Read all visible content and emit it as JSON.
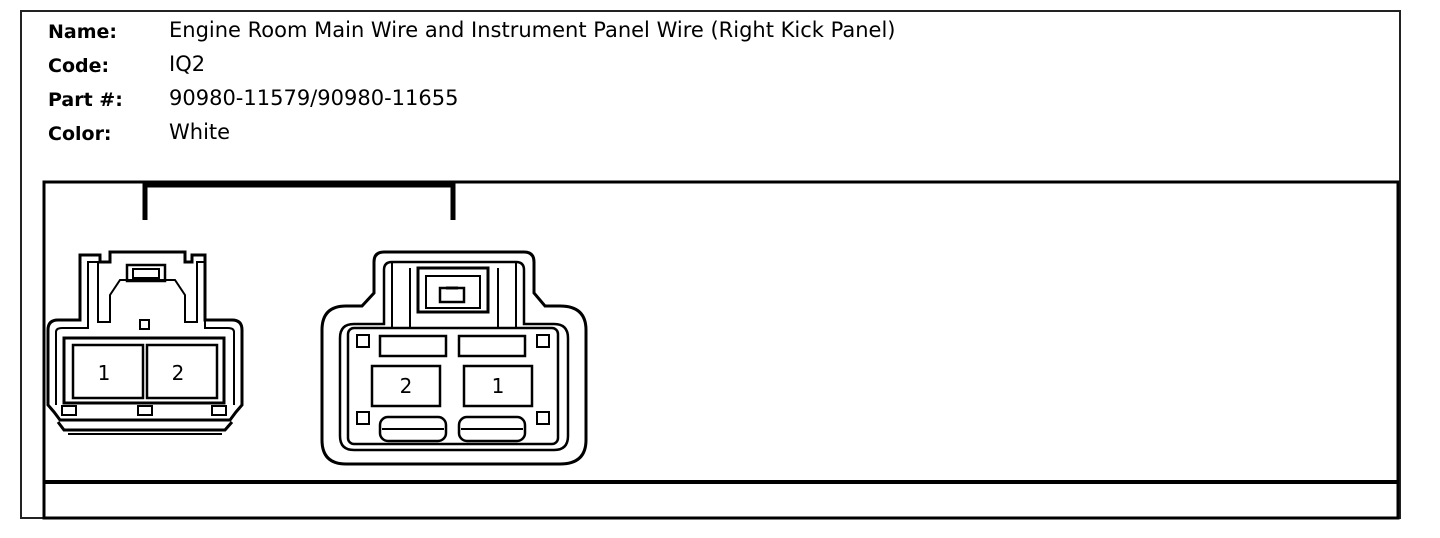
{
  "info": {
    "name_label": "Name:",
    "name_value": "Engine Room Main Wire and Instrument Panel Wire (Right Kick Panel)",
    "code_label": "Code:",
    "code_value": "IQ2",
    "part_label": "Part #:",
    "part_value": "90980-11579/90980-11655",
    "color_label": "Color:",
    "color_value": "White"
  },
  "connectors": {
    "left": {
      "pin_a": "1",
      "pin_b": "2"
    },
    "right": {
      "pin_a": "2",
      "pin_b": "1"
    }
  }
}
